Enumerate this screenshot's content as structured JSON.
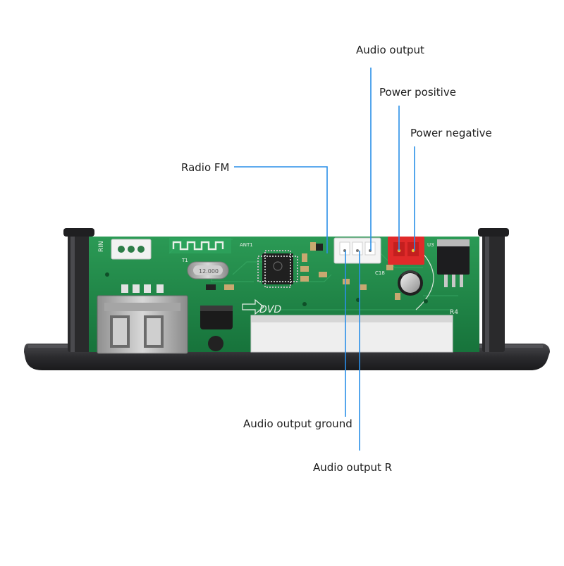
{
  "colors": {
    "leader_line": "#2a8fe8",
    "pcb_green": "#1f8a48",
    "connector_red": "#e02a2a",
    "panel_dark": "#2b2b2e"
  },
  "callouts": {
    "audio_output": "Audio output",
    "power_positive": "Power positive",
    "power_negative": "Power negative",
    "radio_fm": "Radio FM",
    "audio_output_ground": "Audio output ground",
    "audio_output_r": "Audio output R"
  },
  "board_markings": {
    "rin": "RIN",
    "dvd": "DVD",
    "t1": "T1",
    "ant1": "ANT1",
    "r4": "R4",
    "c18": "C18",
    "u3": "U3",
    "crystal": "12.000"
  }
}
